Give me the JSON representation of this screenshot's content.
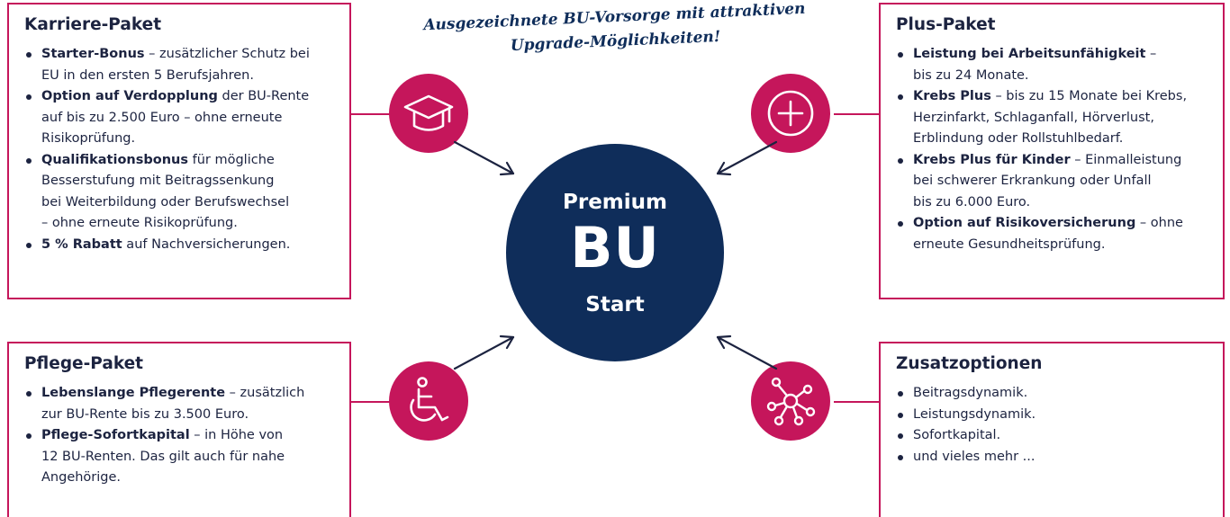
{
  "tagline": {
    "line1": "Ausgezeichnete BU-Vorsorge mit attraktiven",
    "line2": "Upgrade-Möglichkeiten!"
  },
  "center": {
    "pre": "Premium",
    "main": "BU",
    "post": "Start"
  },
  "boxes": {
    "karriere": {
      "title": "Karriere-Paket",
      "icon": "graduation-cap-icon",
      "items": [
        {
          "bold": "Starter-Bonus",
          "lines": [
            " – zusätzlicher Schutz bei",
            "EU in den ersten 5 Berufsjahren."
          ]
        },
        {
          "bold": "Option auf Verdopplung",
          "lines": [
            " der BU-Rente",
            "auf bis zu 2.500 Euro – ohne erneute",
            "Risikoprüfung."
          ]
        },
        {
          "bold": "Qualifikationsbonus",
          "lines": [
            " für mögliche",
            "Besserstufung mit Beitragssenkung",
            "bei Weiterbildung oder Berufswechsel",
            "– ohne erneute Risikoprüfung."
          ]
        },
        {
          "bold": "5 % Rabatt",
          "lines": [
            " auf Nachversicherungen."
          ]
        }
      ]
    },
    "plus": {
      "title": "Plus-Paket",
      "icon": "plus-circle-icon",
      "items": [
        {
          "bold": "Leistung bei Arbeitsunfähigkeit",
          "lines": [
            " –",
            "bis zu 24 Monate."
          ]
        },
        {
          "bold": "Krebs Plus",
          "lines": [
            " – bis zu 15 Monate bei Krebs,",
            "Herzinfarkt, Schlaganfall, Hörverlust,",
            "Erblindung oder Rollstuhlbedarf."
          ]
        },
        {
          "bold": "Krebs Plus für Kinder",
          "lines": [
            " – Einmalleistung",
            "bei schwerer Erkrankung oder Unfall",
            "bis zu 6.000 Euro."
          ]
        },
        {
          "bold": "Option auf Risikoversicherung",
          "lines": [
            " – ohne",
            "erneute Gesundheitsprüfung."
          ]
        }
      ]
    },
    "pflege": {
      "title": "Pflege-Paket",
      "icon": "wheelchair-icon",
      "items": [
        {
          "bold": "Lebenslange Pflegerente",
          "lines": [
            " – zusätzlich",
            "zur BU-Rente bis zu 3.500 Euro."
          ]
        },
        {
          "bold": "Pflege-Sofortkapital",
          "lines": [
            " – in Höhe von",
            "12 BU-Renten. Das gilt auch für nahe",
            "Angehörige."
          ]
        }
      ]
    },
    "zusatz": {
      "title": "Zusatzoptionen",
      "icon": "network-nodes-icon",
      "items": [
        {
          "bold": "",
          "lines": [
            "Beitragsdynamik."
          ]
        },
        {
          "bold": "",
          "lines": [
            "Leistungsdynamik."
          ]
        },
        {
          "bold": "",
          "lines": [
            "Sofortkapital."
          ]
        },
        {
          "bold": "",
          "lines": [
            "und vieles mehr ..."
          ]
        }
      ]
    }
  },
  "colors": {
    "accent": "#c5165b",
    "navy": "#0f2d5a",
    "text": "#1c2340"
  }
}
